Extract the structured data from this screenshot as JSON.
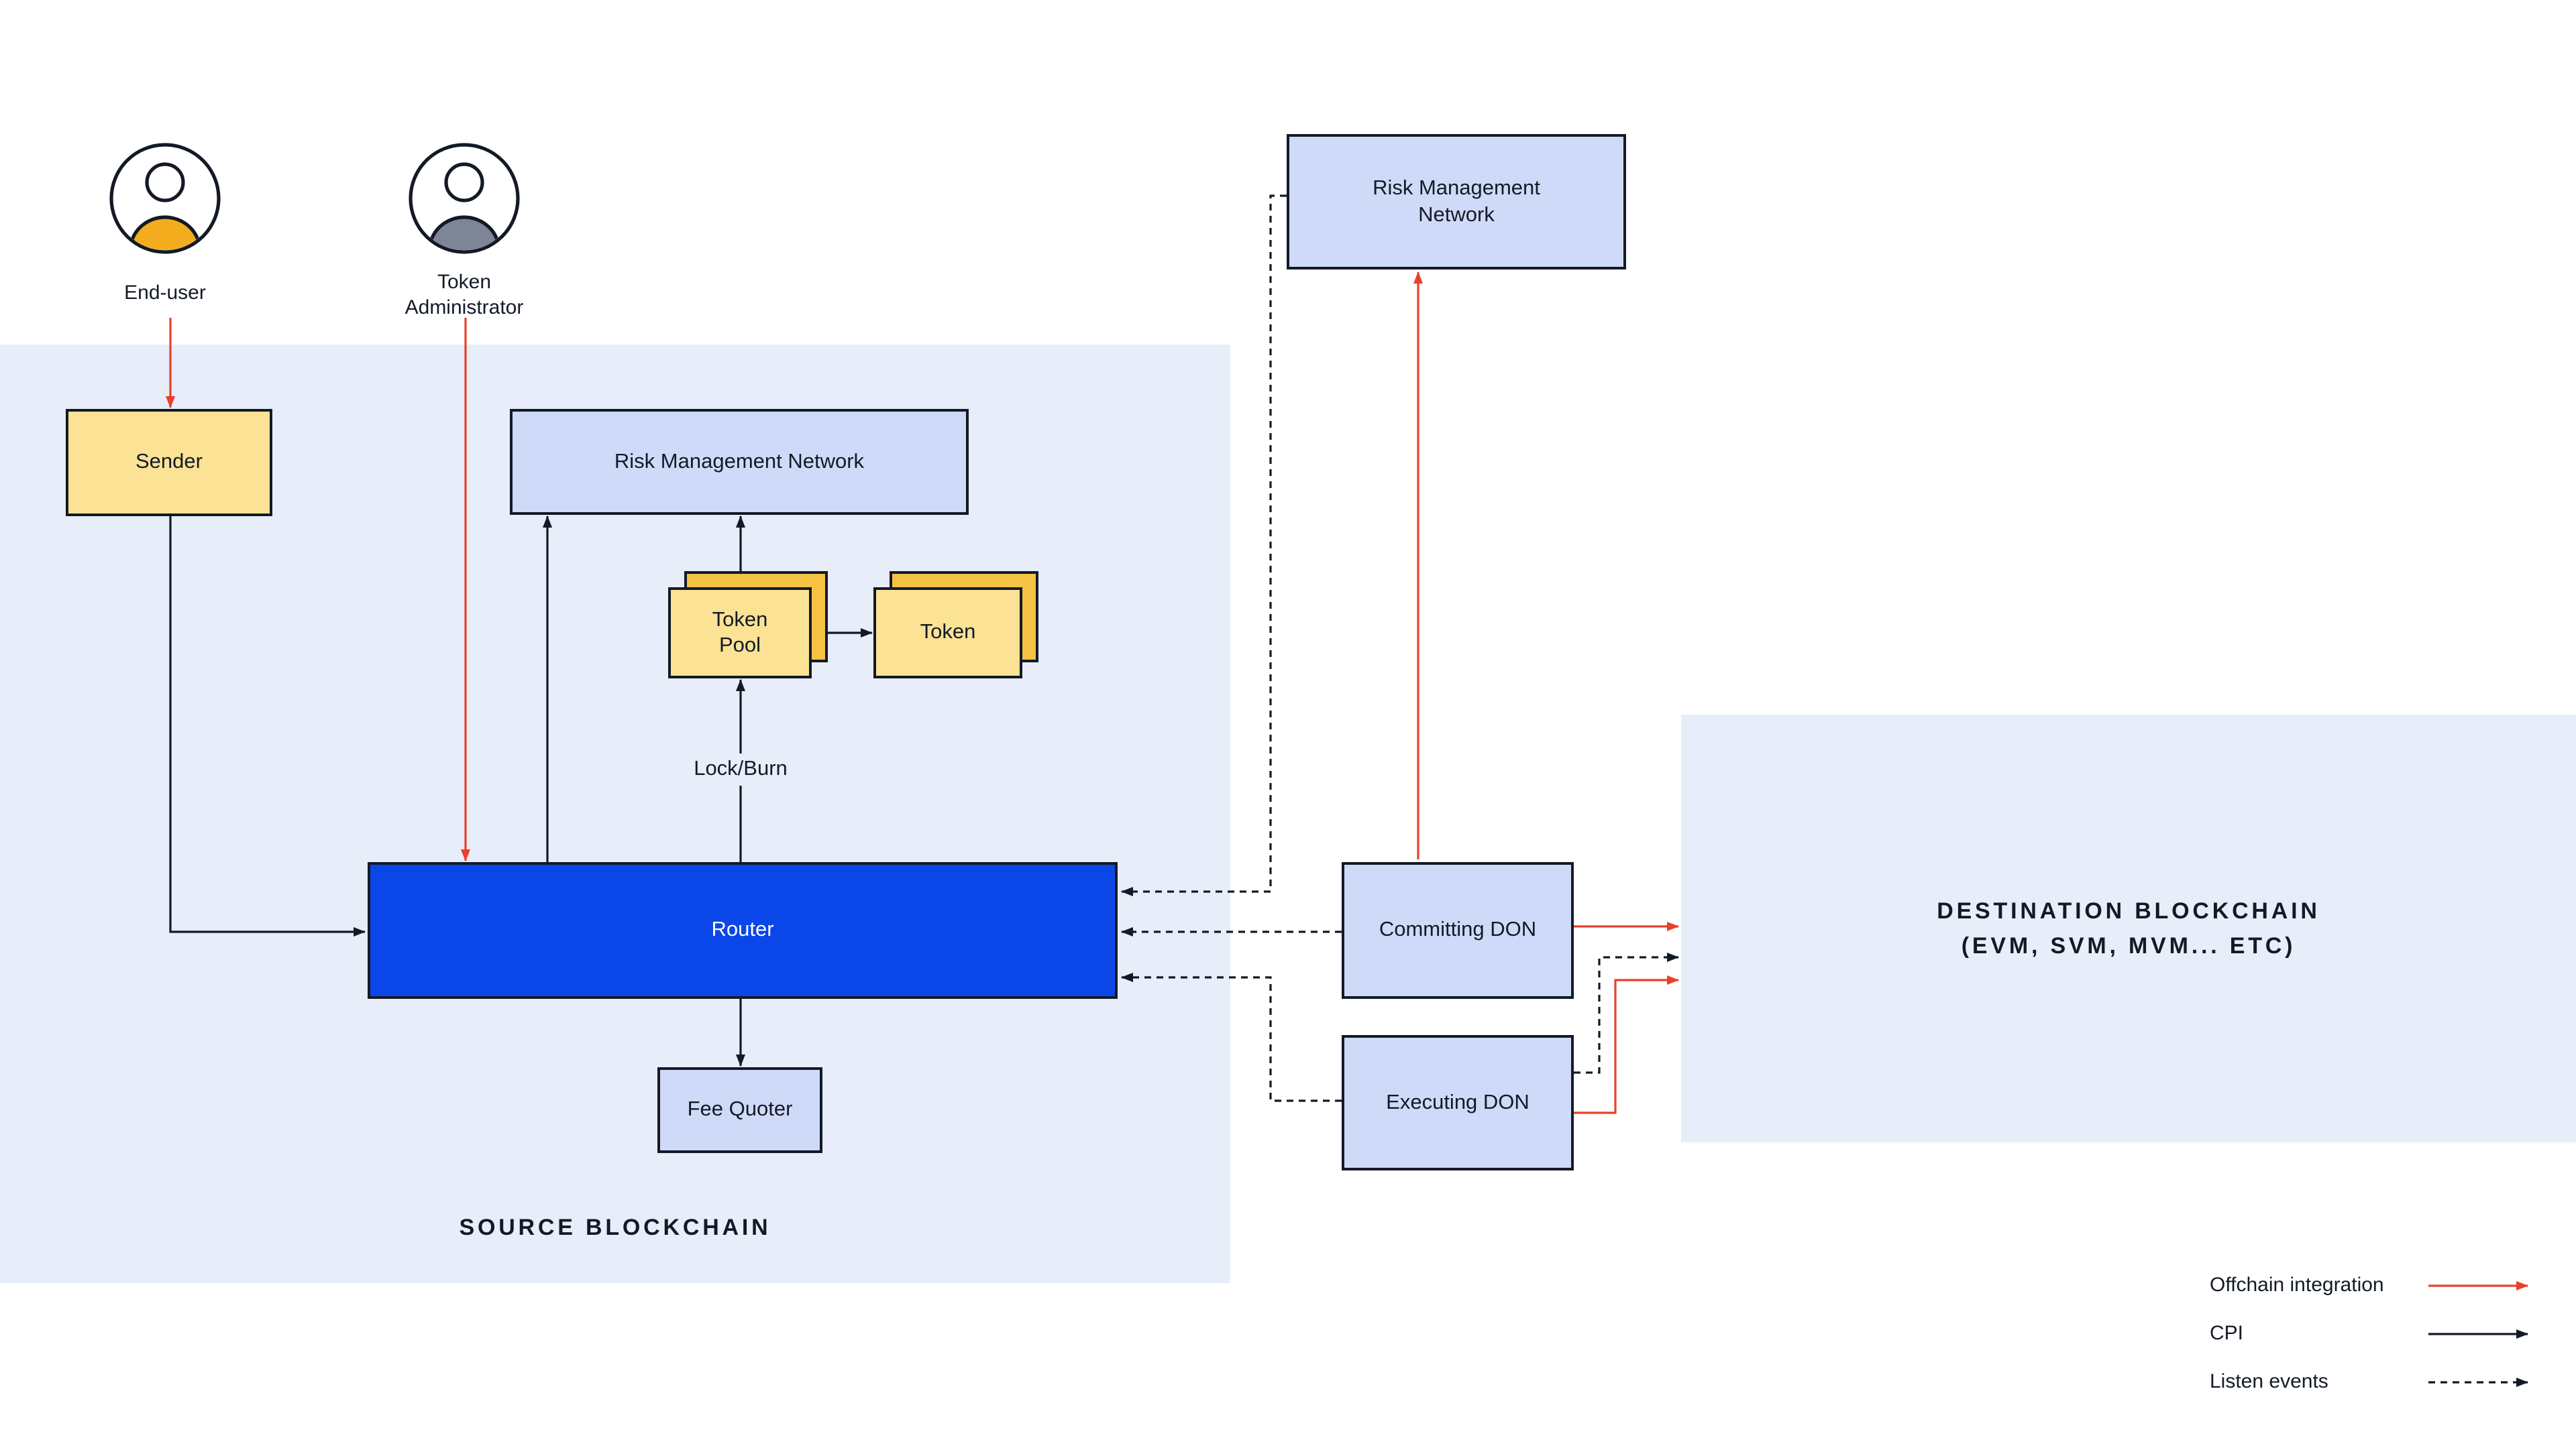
{
  "actors": {
    "end_user": {
      "label": "End-user"
    },
    "token_admin": {
      "label": "Token Administrator"
    }
  },
  "regions": {
    "source": {
      "label": "SOURCE BLOCKCHAIN"
    },
    "destination": {
      "line1": "DESTINATION BLOCKCHAIN",
      "line2": "(EVM, SVM, MVM... ETC)"
    }
  },
  "nodes": {
    "sender": {
      "label": "Sender"
    },
    "risk_mgmt_source": {
      "label": "Risk Management Network"
    },
    "token_pool": {
      "label": "Token Pool"
    },
    "token": {
      "label": "Token"
    },
    "router": {
      "label": "Router"
    },
    "fee_quoter": {
      "label": "Fee Quoter"
    },
    "risk_mgmt_offchain": {
      "label": "Risk Management Network"
    },
    "committing_don": {
      "label": "Committing DON"
    },
    "executing_don": {
      "label": "Executing DON"
    }
  },
  "edge_labels": {
    "lock_burn": "Lock/Burn"
  },
  "legend": {
    "offchain": {
      "label": "Offchain integration"
    },
    "cpi": {
      "label": "CPI"
    },
    "listen": {
      "label": "Listen events"
    }
  },
  "colors": {
    "region_bg": "#E8EDFA",
    "box_blue": "#CFDAF8",
    "box_yellow": "#FBE294",
    "box_yellow_back": "#F5C243",
    "router_blue": "#0B46E8",
    "arrow_red": "#E8402A",
    "arrow_black": "#131A26",
    "border": "#131A26",
    "text": "#131A26",
    "end_user_fill": "#F2AC1D",
    "token_admin_fill": "#7E8596"
  }
}
